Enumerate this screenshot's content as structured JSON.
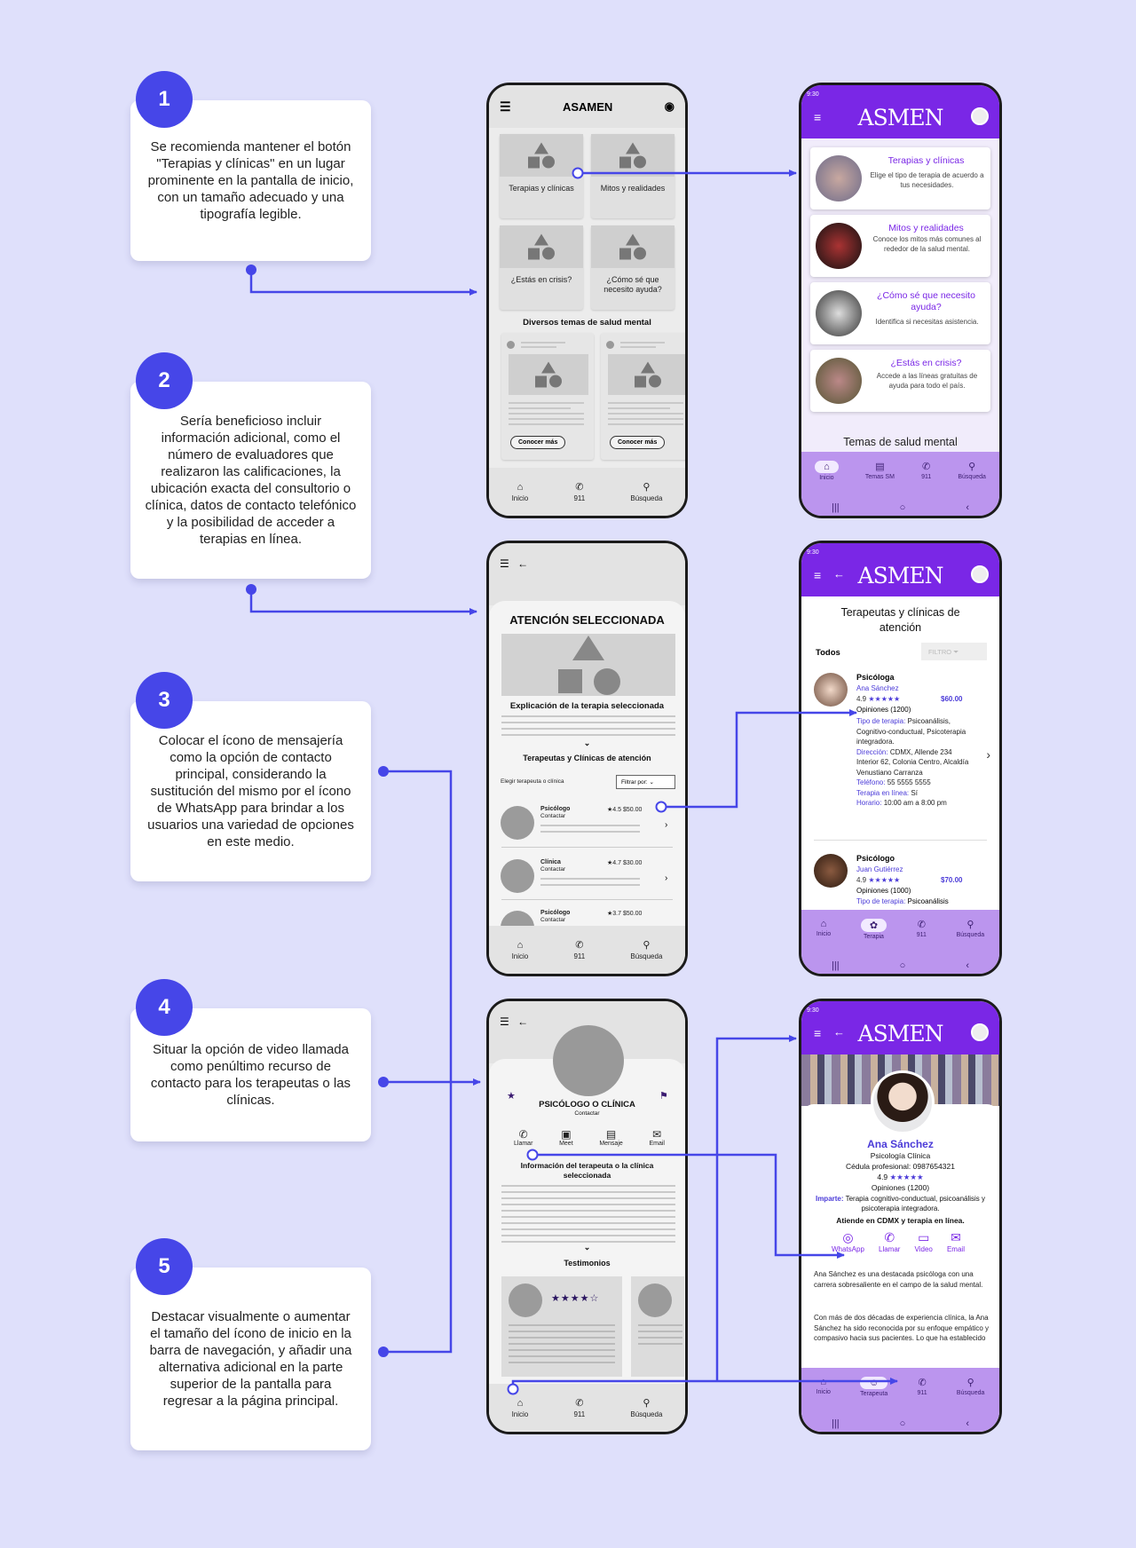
{
  "steps": [
    {
      "num": "1",
      "text": "Se recomienda mantener el botón \"Terapias y clínicas\" en un lugar prominente en la pantalla de inicio, con un tamaño adecuado y una tipografía legible."
    },
    {
      "num": "2",
      "text": "Sería beneficioso incluir información adicional, como el número de evaluadores que realizaron las calificaciones, la ubicación exacta del consultorio o clínica, datos de contacto telefónico y la posibilidad de acceder a terapias en línea."
    },
    {
      "num": "3",
      "text": "Colocar el ícono de mensajería como la opción de contacto principal, considerando la sustitución del mismo por el ícono de WhatsApp para brindar a los usuarios una variedad de opciones en este medio."
    },
    {
      "num": "4",
      "text": "Situar la opción de video llamada como penúltimo recurso de contacto para los terapeutas o las clínicas."
    },
    {
      "num": "5",
      "text": "Destacar visualmente o aumentar el tamaño del ícono de inicio en la barra de navegación, y añadir una alternativa adicional en la parte superior de la pantalla para regresar a la página principal."
    }
  ],
  "wf1": {
    "title": "ASAMEN",
    "tiles": [
      "Terapias y clínicas",
      "Mitos y realidades",
      "¿Estás en crisis?",
      "¿Cómo sé que necesito ayuda?"
    ],
    "section": "Diversos temas de salud mental",
    "button": "Conocer más"
  },
  "wf_nav": {
    "home": "Inicio",
    "call": "911",
    "search": "Búsqueda"
  },
  "wf2": {
    "title": "ATENCIÓN SELECCIONADA",
    "subtitle": "Explicación de la terapia seleccionada",
    "list_title": "Terapeutas y Clínicas de atención",
    "filter_label": "Elegir terapeuta o clínica",
    "filter_btn": "Filtrar por:",
    "items": [
      {
        "name": "Psicólogo",
        "sub": "Contactar",
        "rating": "4.5",
        "price": "$50.00"
      },
      {
        "name": "Clínica",
        "sub": "Contactar",
        "rating": "4.7",
        "price": "$30.00"
      },
      {
        "name": "Psicólogo",
        "sub": "Contactar",
        "rating": "3.7",
        "price": "$50.00"
      }
    ]
  },
  "wf3": {
    "title": "PSICÓLOGO O CLÍNICA",
    "sub": "Contactar",
    "actions": [
      "Llamar",
      "Meet",
      "Mensaje",
      "Email"
    ],
    "info": "Información del terapeuta o la clínica seleccionada",
    "testimonials": "Testimonios"
  },
  "hf_status": "9:30",
  "hf_logo": "ASMEN",
  "hf1": {
    "cards": [
      {
        "title": "Terapias y clínicas",
        "desc": "Elige el tipo de terapia de acuerdo a tus necesidades."
      },
      {
        "title": "Mitos y realidades",
        "desc": "Conoce los mitos más comunes al rededor de la salud mental."
      },
      {
        "title": "¿Cómo sé que necesito ayuda?",
        "desc": "Identifica si necesitas asistencia."
      },
      {
        "title": "¿Estás en crisis?",
        "desc": "Accede a las líneas gratuitas de ayuda para todo el país."
      }
    ],
    "section": "Temas de salud mental",
    "nav": [
      "Inicio",
      "Temas SM",
      "911",
      "Búsqueda"
    ]
  },
  "hf2": {
    "title": "Terapeutas y clínicas de atención",
    "all": "Todos",
    "filter": "FILTRO",
    "p1": {
      "role": "Psicóloga",
      "name": "Ana Sánchez",
      "rating": "4.9",
      "stars": "★★★★★",
      "price": "$60.00",
      "opinions": "Opiniones (1200)",
      "type_label": "Tipo de terapia:",
      "type_val": "Psicoanálisis, Cognitivo-conductual, Psicoterapia integradora.",
      "addr_label": "Dirección:",
      "addr_val": "CDMX, Allende 234 Interior 62, Colonia Centro, Alcaldía Venustiano Carranza",
      "tel_label": "Teléfono:",
      "tel_val": "55 5555 5555",
      "online_label": "Terapia en línea:",
      "online_val": "Sí",
      "hours_label": "Horario:",
      "hours_val": "10:00 am a 8:00 pm"
    },
    "p2": {
      "role": "Psicólogo",
      "name": "Juan Gutiérrez",
      "rating": "4.9",
      "stars": "★★★★★",
      "price": "$70.00",
      "opinions": "Opiniones (1000)",
      "type_label": "Tipo de terapia:",
      "type_val": "Psicoanálisis"
    },
    "nav": [
      "Inicio",
      "Terapia",
      "911",
      "Búsqueda"
    ]
  },
  "hf3": {
    "name": "Ana Sánchez",
    "spec": "Psicología Clínica",
    "cedula": "Cédula profesional: 0987654321",
    "rating": "4.9",
    "stars": "★★★★★",
    "opinions": "Opiniones (1200)",
    "imparte_label": "Imparte:",
    "imparte_val": "Terapia cognitivo-conductual, psicoanálisis y psicoterapia integradora.",
    "atiende": "Atiende en CDMX y terapia en línea.",
    "actions": [
      "WhatsApp",
      "Llamar",
      "Video",
      "Email"
    ],
    "bio1": "Ana Sánchez es una destacada psicóloga con una carrera sobresaliente en el campo de la salud mental.",
    "bio2": "Con más de dos décadas de experiencia clínica, la Ana Sánchez ha sido reconocida por su enfoque empático y compasivo hacia sus pacientes. Lo que ha establecido una base",
    "nav": [
      "Inicio",
      "Terapeuta",
      "911",
      "Búsqueda"
    ]
  },
  "colors": {
    "background": "#dfe0fb",
    "accent": "#4646e8",
    "brand": "#7a27e6",
    "nav": "#bb95ee"
  }
}
